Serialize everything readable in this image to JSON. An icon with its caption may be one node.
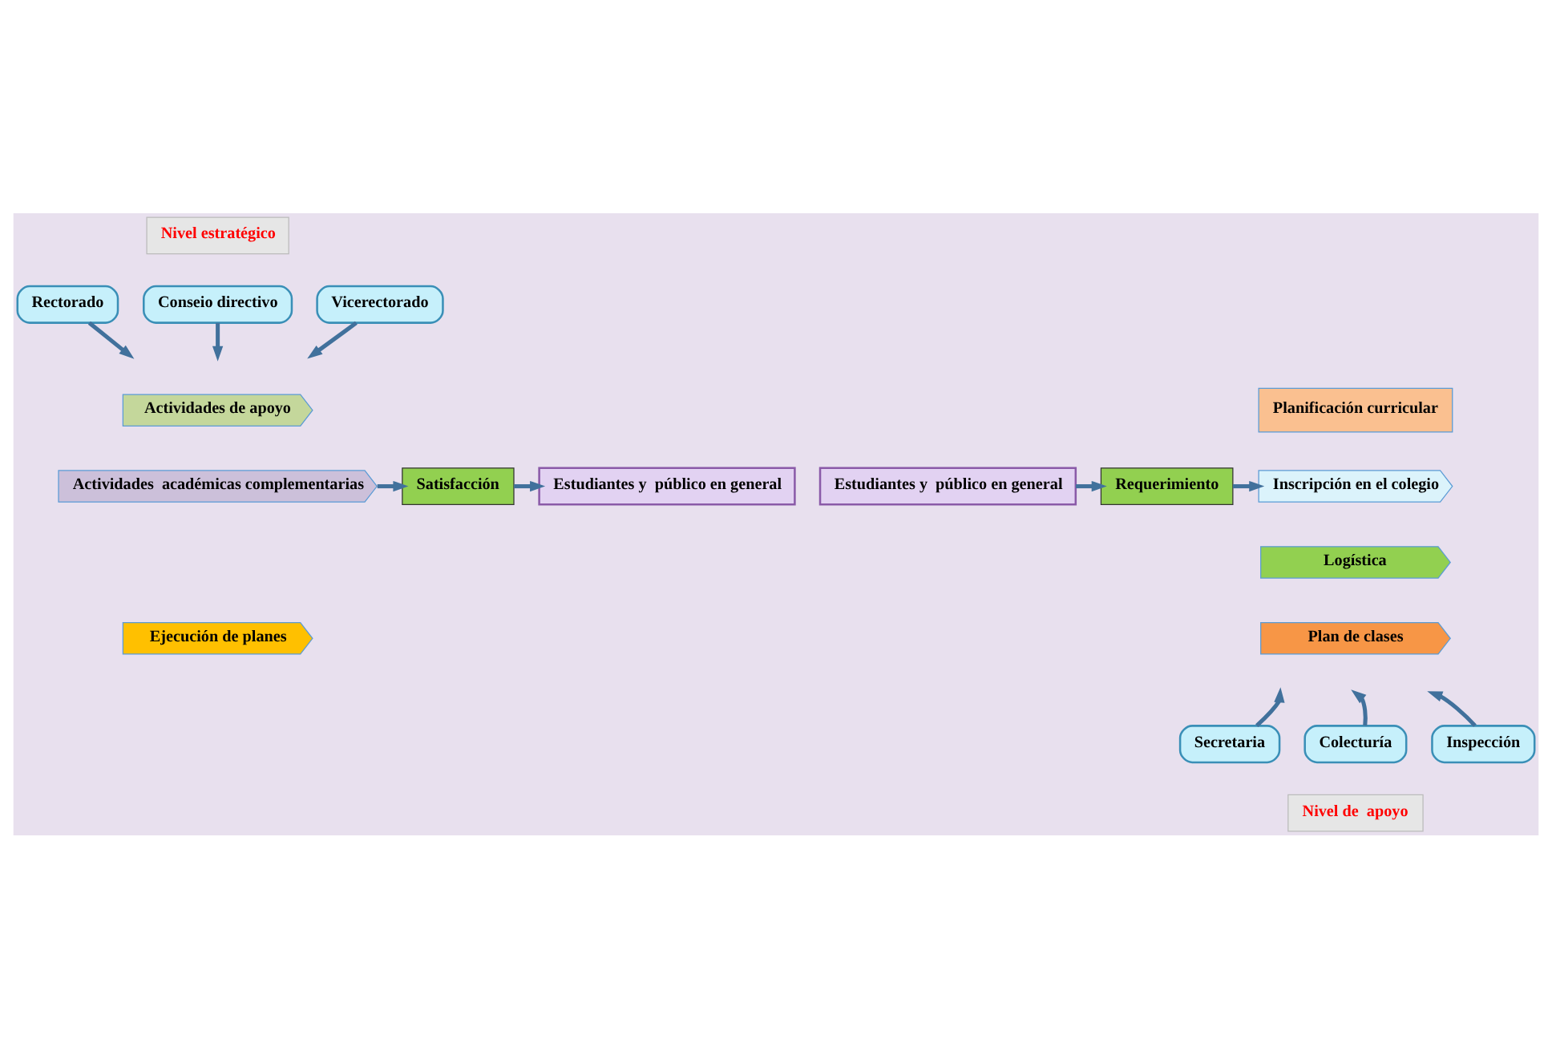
{
  "diagram": {
    "nodes": [
      {
        "text": [
          "Nivel estratégico"
        ]
      },
      {
        "text": [
          "Rectorado"
        ]
      },
      {
        "text": [
          "Conseio directivo"
        ]
      },
      {
        "text": [
          "Vicerectorado"
        ]
      },
      {
        "text": [
          "Estudiantes y  público en general"
        ]
      },
      {
        "text": [
          "Requerimiento"
        ]
      },
      {
        "text": [
          "Planificación curricular"
        ]
      },
      {
        "text": [
          "Actividades de apoyo"
        ]
      },
      {
        "text": [
          "Inscripción en el colegio"
        ]
      },
      {
        "text": [
          "Actividades  académicas complementarias"
        ]
      },
      {
        "text": [
          "Logística"
        ]
      },
      {
        "text": [
          "Plan de clases"
        ]
      },
      {
        "text": [
          "Ejecución de planes"
        ]
      },
      {
        "text": [
          "Satisfacción"
        ]
      },
      {
        "text": [
          "Estudiantes y  público en general"
        ]
      },
      {
        "text": [
          "Secretaria"
        ]
      },
      {
        "text": [
          "Colecturía"
        ]
      },
      {
        "text": [
          "Inspección"
        ]
      },
      {
        "text": [
          "Nivel de  apoyo"
        ]
      }
    ],
    "edges": [
      {
        "from": 1,
        "to": null,
        "arrow": "to"
      },
      {
        "from": 2,
        "to": null,
        "arrow": "to"
      },
      {
        "from": 3,
        "to": null,
        "arrow": "to"
      },
      {
        "from": 4,
        "to": 5,
        "arrow": "to"
      },
      {
        "from": 5,
        "to": 8,
        "arrow": "to"
      },
      {
        "from": 9,
        "to": 13,
        "arrow": "to"
      },
      {
        "from": 13,
        "to": 14,
        "arrow": "to"
      },
      {
        "from": 15,
        "to": null,
        "arrow": "to"
      },
      {
        "from": 16,
        "to": null,
        "arrow": "to"
      },
      {
        "from": 17,
        "to": null,
        "arrow": "to"
      }
    ]
  }
}
